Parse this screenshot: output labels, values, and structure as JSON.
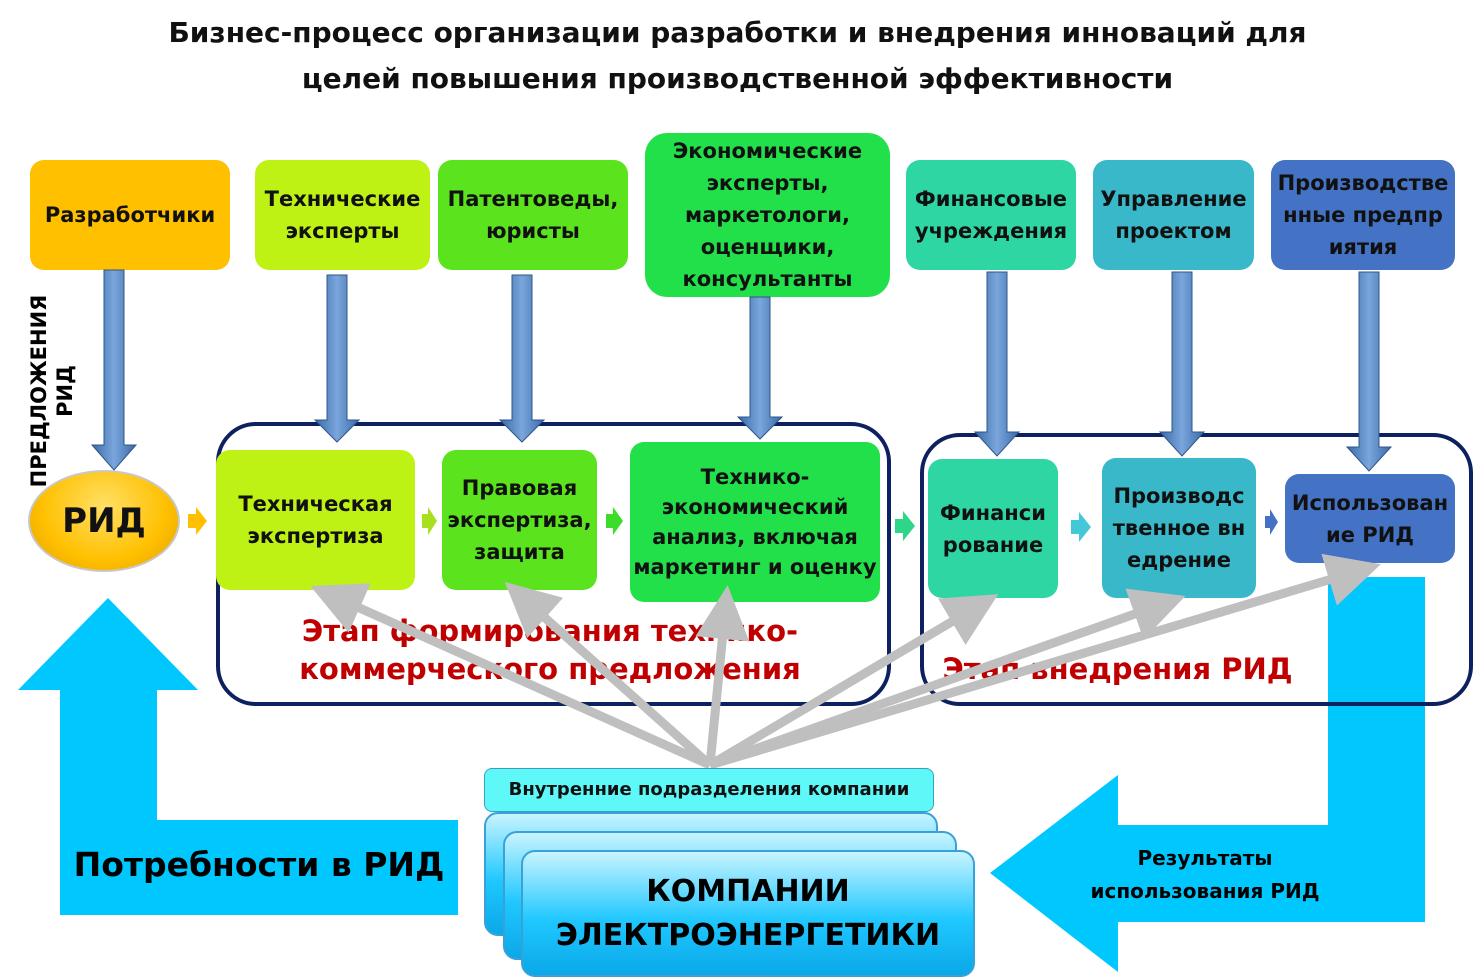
{
  "title": {
    "line1": "Бизнес-процесс организации разработки и внедрения инноваций для",
    "line2": "целей повышения производственной эффективности"
  },
  "actors": [
    {
      "label": "Разработчики",
      "color": "#FFC000"
    },
    {
      "label": "Технические эксперты",
      "color": "#BEF214"
    },
    {
      "label": "Патентоведы, юристы",
      "color": "#5BE41E"
    },
    {
      "label": "Экономические эксперты, маркетологи, оценщики, консультанты",
      "color": "#22E04A"
    },
    {
      "label": "Финансовые учреждения",
      "color": "#2ED6A4"
    },
    {
      "label": "Управление проектом",
      "color": "#38B8C9"
    },
    {
      "label": "Производственные предприятия",
      "color": "#4472C4"
    }
  ],
  "side_label": {
    "line1": "ПРЕДЛОЖЕНИЯ",
    "line2": "РИД"
  },
  "rid": "РИД",
  "steps": [
    {
      "label": "Техническая экспертиза",
      "color": "#BEF214"
    },
    {
      "label": "Правовая экспертиза, защита",
      "color": "#5BE41E"
    },
    {
      "label": "Технико-экономический анализ, включая маркетинг и оценку",
      "color": "#22E04A"
    },
    {
      "label": "Финансирование",
      "color": "#2ED6A4"
    },
    {
      "label": "Производственное внедрение",
      "color": "#38B8C9"
    },
    {
      "label": "Использование РИД",
      "color": "#4472C4"
    }
  ],
  "stage1": {
    "line1": "Этап формирования  технико-",
    "line2": "коммерческого предложения"
  },
  "stage2": "Этап внедрения РИД",
  "departments": "Внутренние подразделения компании",
  "companies": {
    "line1": "КОМПАНИИ",
    "line2": "ЭЛЕКТРОЭНЕРГЕТИКИ"
  },
  "needs": "Потребности в РИД",
  "results": {
    "line1": "Результаты",
    "line2": "использования РИД"
  },
  "colors": {
    "cyan": "#00C8FF",
    "stage_red": "#C00000",
    "frame": "#0D2160",
    "arrow_blue": "#4F81BD",
    "gray": "#BFBFBF"
  }
}
